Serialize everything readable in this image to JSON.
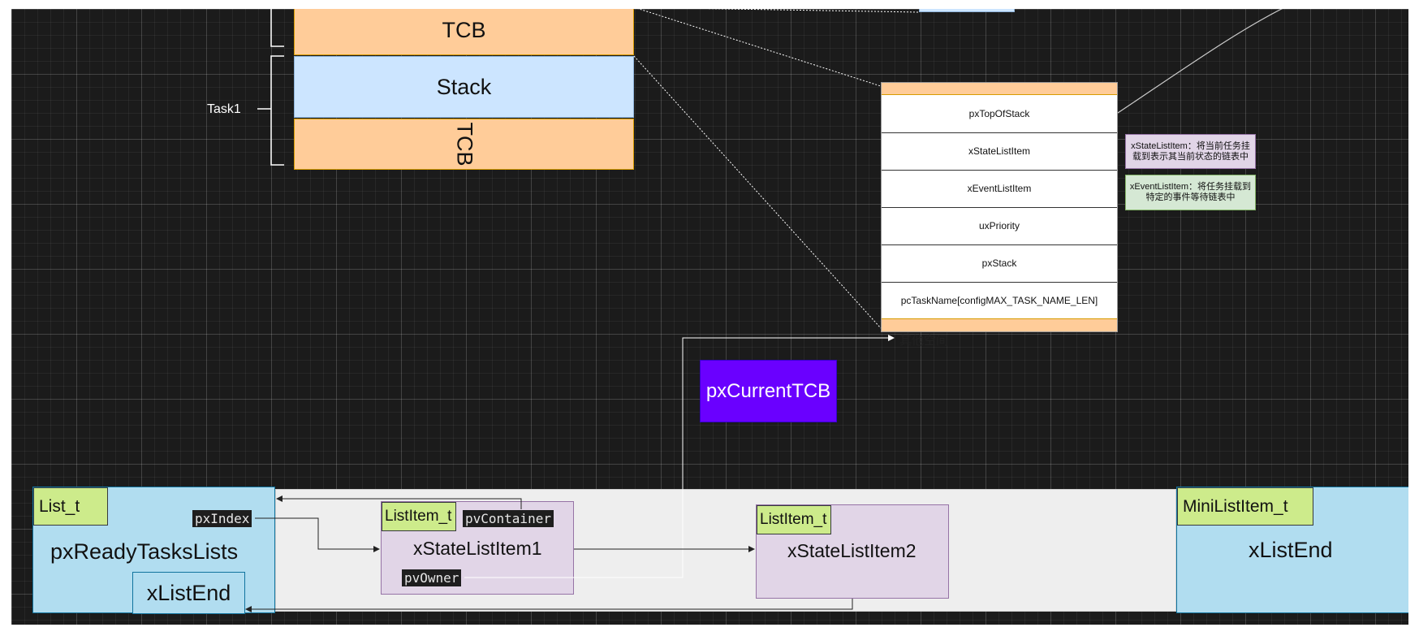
{
  "memory": {
    "tcb_top_label": "TCB",
    "stack_label": "Stack",
    "tcb_rotated_label": "TCB",
    "task_label": "Task1"
  },
  "tcb_struct": {
    "fields": [
      "pxTopOfStack",
      "xStateListItem",
      "xEventListItem",
      "uxPriority",
      "pxStack",
      "pcTaskName[configMAX_TASK_NAME_LEN]"
    ],
    "other_space_label": "其他空间"
  },
  "notes": {
    "state_note": "xStateListItem：将当前任务挂载到表示其当前状态的链表中",
    "event_note": "xEventListItem：将任务挂载到特定的事件等待链表中"
  },
  "current_tcb": {
    "label": "pxCurrentTCB"
  },
  "list": {
    "type_tag": "List_t",
    "index_label": "pxIndex",
    "name": "pxReadyTasksLists",
    "end_label": "xListEnd"
  },
  "item1": {
    "type_tag": "ListItem_t",
    "container_label": "pvContainer",
    "name": "xStateListItem1",
    "owner_label": "pvOwner"
  },
  "item2": {
    "type_tag": "ListItem_t",
    "name": "xStateListItem2"
  },
  "mini": {
    "type_tag": "MiniListItem_t",
    "name": "xListEnd"
  },
  "colors": {
    "canvas": "#1b1b1b",
    "tcb_orange": "#ffcc99",
    "stack_blue": "#cce5ff",
    "current_tcb_purple": "#6a00ff",
    "list_blue": "#b1ddf0",
    "item_purple": "#e1d5e7",
    "tag_green": "#cdeb8b"
  }
}
